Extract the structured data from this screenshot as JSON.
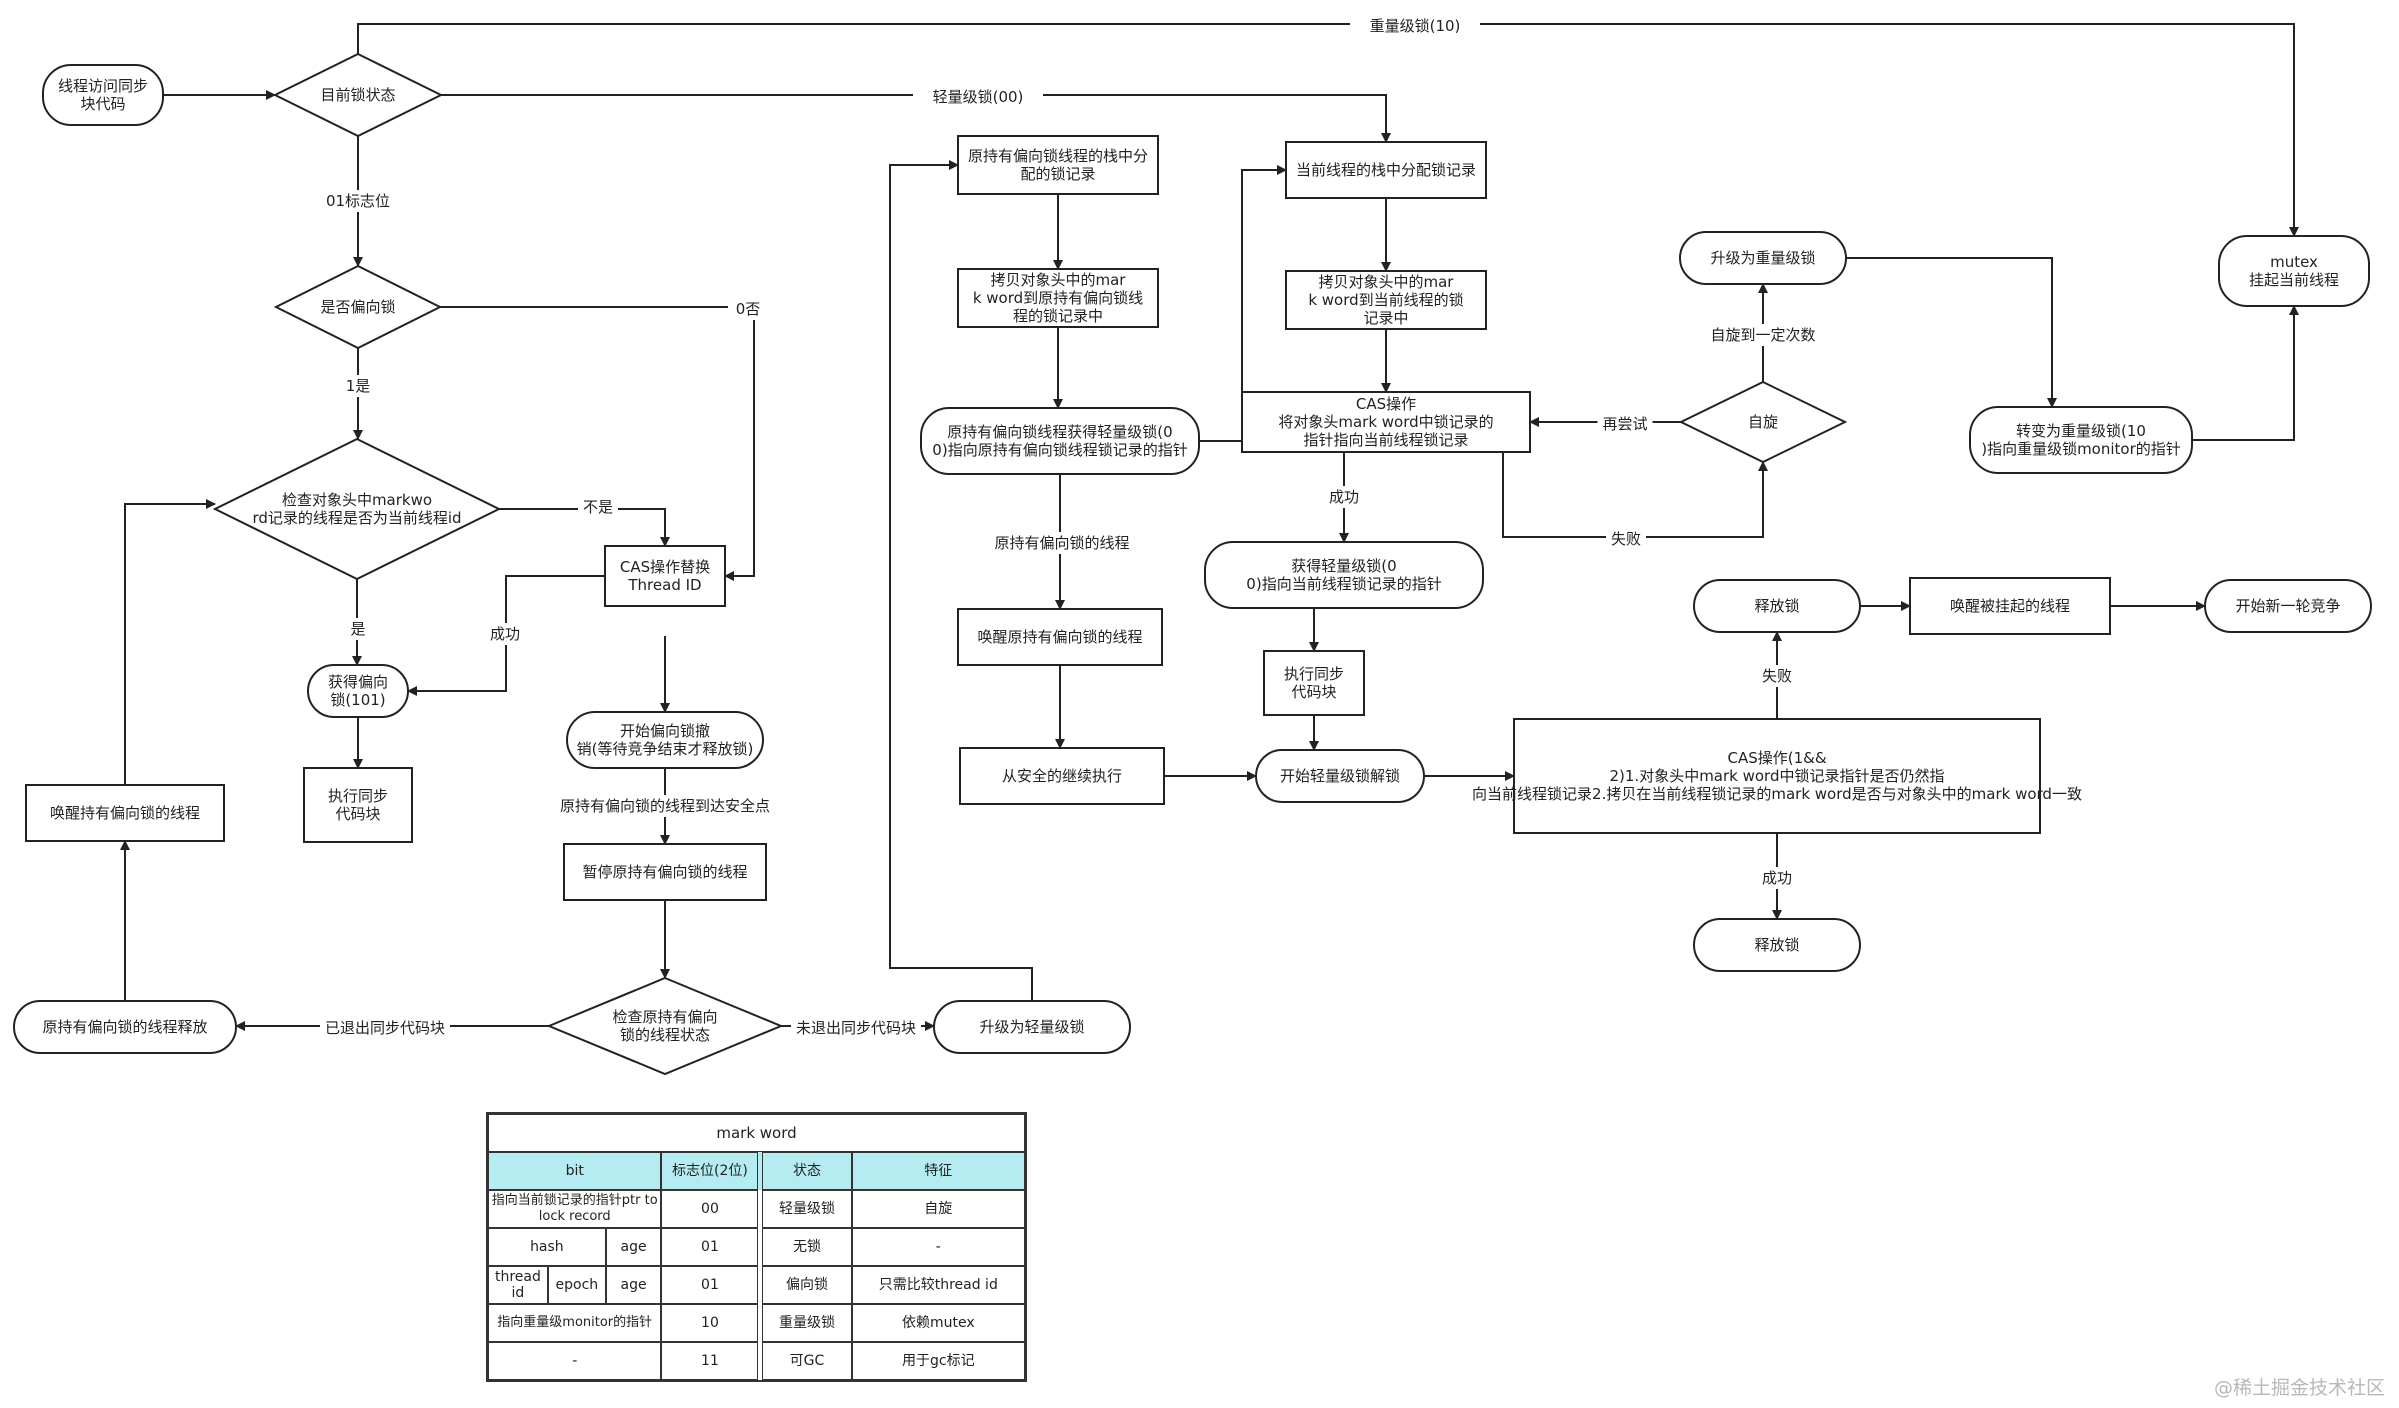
{
  "nodes": {
    "start": "线程访问同步块代码",
    "lock_state": "目前锁状态",
    "is_biased": "是否偏向锁",
    "check_markword": "检查对象头中markword记录的线程是否为当前线程id",
    "cas_thread_id": "CAS操作替换Thread ID",
    "got_biased": "获得偏向锁(101)",
    "exec_sync_1": "执行同步代码块",
    "wake_holder": "唤醒持有偏向锁的线程",
    "revoke_start": "开始偏向锁撤销(等待竞争结束才释放锁)",
    "pause_holder": "暂停原持有偏向锁的线程",
    "check_holder_state": "检查原持有偏向锁的线程状态",
    "holder_release": "原持有偏向锁的线程释放",
    "upgrade_light": "升级为轻量级锁",
    "holder_stack_record": "原持有偏向锁线程的栈中分配的锁记录",
    "holder_copy_markword": "拷贝对象头中的mark word到原持有偏向锁线程的锁记录中",
    "holder_got_light": "原持有偏向锁线程获得轻量级锁(00)指向原持有偏向锁线程锁记录的指针",
    "wake_holder_2": "唤醒原持有偏向锁的线程",
    "continue_safe": "从安全的继续执行",
    "cur_stack_record": "当前线程的栈中分配锁记录",
    "cur_copy_markword": "拷贝对象头中的mark word到当前线程的锁记录中",
    "cas_light": "CAS操作将对象头mark word中锁记录的指针指向当前线程锁记录",
    "got_light": "获得轻量级锁(00)指向当前线程锁记录的指针",
    "exec_sync_2": "执行同步代码块",
    "start_unlock": "开始轻量级锁解锁",
    "spin": "自旋",
    "upgrade_heavy": "升级为重量级锁",
    "to_heavy": "转变为重量级锁(10)指向重量级锁monitor的指针",
    "mutex": "mutex挂起当前线程",
    "cas_12": "CAS操作(1&&2)1.对象头中mark word中锁记录指针是否仍然指向当前线程锁记录2.拷贝在当前线程锁记录的mark word是否与对象头中的mark word一致",
    "release_lock_1": "释放锁",
    "wake_suspended": "唤醒被挂起的线程",
    "new_round": "开始新一轮竞争",
    "release_lock_2": "释放锁"
  },
  "edges": {
    "heavy10": "重量级锁(10)",
    "light00": "轻量级锁(00)",
    "flag01": "01标志位",
    "no0": "0否",
    "yes1": "1是",
    "not_is": "不是",
    "is": "是",
    "success_a": "成功",
    "holder_safe_point": "原持有偏向锁的线程到达安全点",
    "exited_sync": "已退出同步代码块",
    "not_exited_sync": "未退出同步代码块",
    "holder_thread": "原持有偏向锁的线程",
    "success_b": "成功",
    "retry": "再尝试",
    "spin_count": "自旋到一定次数",
    "fail_a": "失败",
    "fail_b": "失败",
    "success_c": "成功"
  },
  "markword_table": {
    "title": "mark word",
    "headers": [
      "bit",
      "标志位(2位)",
      "状态",
      "特征"
    ],
    "rows": [
      {
        "bit": "指向当前锁记录的指针ptr to lock record",
        "flag": "00",
        "state": "轻量级锁",
        "feature": "自旋"
      },
      {
        "bit_a": "hash",
        "bit_b": "age",
        "flag": "01",
        "state": "无锁",
        "feature": "-"
      },
      {
        "bit_a": "thread id",
        "bit_b": "epoch",
        "bit_c": "age",
        "flag": "01",
        "state": "偏向锁",
        "feature": "只需比较thread id"
      },
      {
        "bit": "指向重量级monitor的指针",
        "flag": "10",
        "state": "重量级锁",
        "feature": "依赖mutex"
      },
      {
        "bit": "-",
        "flag": "11",
        "state": "可GC",
        "feature": "用于gc标记"
      }
    ]
  },
  "watermark": "@稀土掘金技术社区"
}
